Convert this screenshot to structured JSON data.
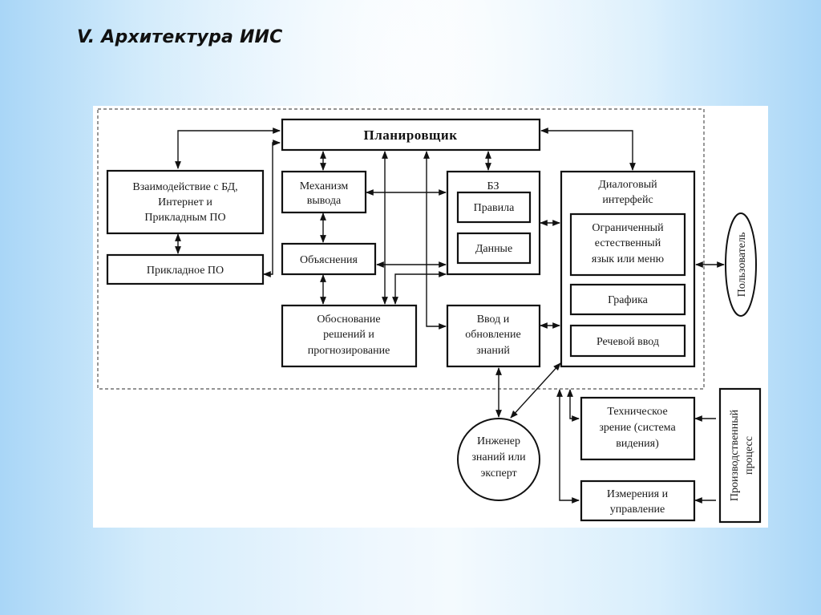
{
  "slide": {
    "title": "V. Архитектура ИИС"
  },
  "diagram": {
    "planner": "Планировщик",
    "interaction": [
      "Взаимодействие с БД,",
      "Интернет и",
      "Прикладным ПО"
    ],
    "applied_software": "Прикладное ПО",
    "inference_engine": [
      "Механизм",
      "вывода"
    ],
    "explanations": "Объяснения",
    "justification": [
      "Обоснование",
      "решений и",
      "прогнозирование"
    ],
    "knowledge_base": {
      "title": "БЗ",
      "rules": "Правила",
      "data": "Данные"
    },
    "knowledge_input": [
      "Ввод и",
      "обновление",
      "знаний"
    ],
    "dialog_interface": {
      "title": [
        "Диалоговый",
        "интерфейс"
      ],
      "limited_language": [
        "Ограниченный",
        "естественный",
        "язык  или меню"
      ],
      "graphics": "Графика",
      "speech_input": "Речевой ввод"
    },
    "user": "Пользователь",
    "knowledge_engineer": [
      "Инженер",
      "знаний или",
      "эксперт"
    ],
    "technical_vision": [
      "Техническое",
      "зрение (система",
      "видения)"
    ],
    "measurement_control": [
      "Измерения и",
      "управление"
    ],
    "production_process": [
      "Производственный",
      "процесс"
    ]
  }
}
